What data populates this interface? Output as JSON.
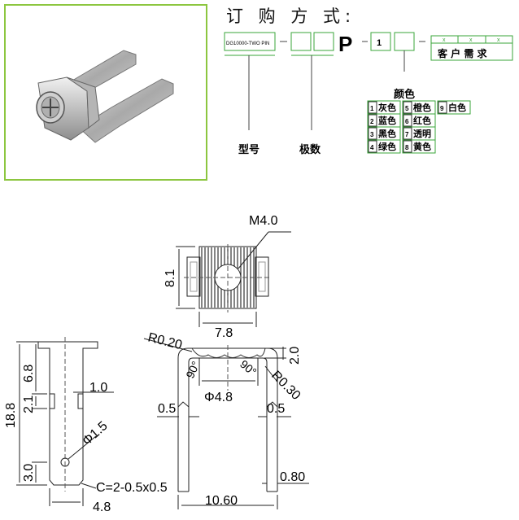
{
  "order": {
    "title": "订 购 方 式:",
    "model_box": "DG10000-TWO PIN",
    "p_letter": "P",
    "color_box": "1",
    "x_marks": [
      "x",
      "x",
      "x"
    ],
    "customer_label": "客 户 需 求",
    "color_title": "颜色",
    "model_label": "型号",
    "poles_label": "极数",
    "colors": [
      {
        "num": "1",
        "name": "灰色"
      },
      {
        "num": "2",
        "name": "蓝色"
      },
      {
        "num": "3",
        "name": "黑色"
      },
      {
        "num": "4",
        "name": "绿色"
      },
      {
        "num": "5",
        "name": "橙色"
      },
      {
        "num": "6",
        "name": "红色"
      },
      {
        "num": "7",
        "name": "透明"
      },
      {
        "num": "8",
        "name": "黄色"
      },
      {
        "num": "9",
        "name": "白色"
      }
    ],
    "accent": "#3aa63a"
  },
  "drawing": {
    "screw": "M4.0",
    "height_8_1": "8.1",
    "width_7_8": "7.8",
    "r020": "R0.20",
    "r030": "R0.30",
    "dim_2_0": "2.0",
    "angle_left": "90°",
    "angle_right": "90°",
    "hole_4_8": "Φ4.8",
    "dim_0_5_left": "0.5",
    "dim_0_5_right": "0.5",
    "dim_0_80": "0.80",
    "dim_10_60": "10.60",
    "dim_18_8": "18.8",
    "dim_6_8": "6.8",
    "dim_2_1": "2.1",
    "dim_1_0": "1.0",
    "hole_1_5": "Φ1.5",
    "dim_3_0": "3.0",
    "chamfer": "C=2-0.5x0.5",
    "dim_4_8": "4.8"
  }
}
